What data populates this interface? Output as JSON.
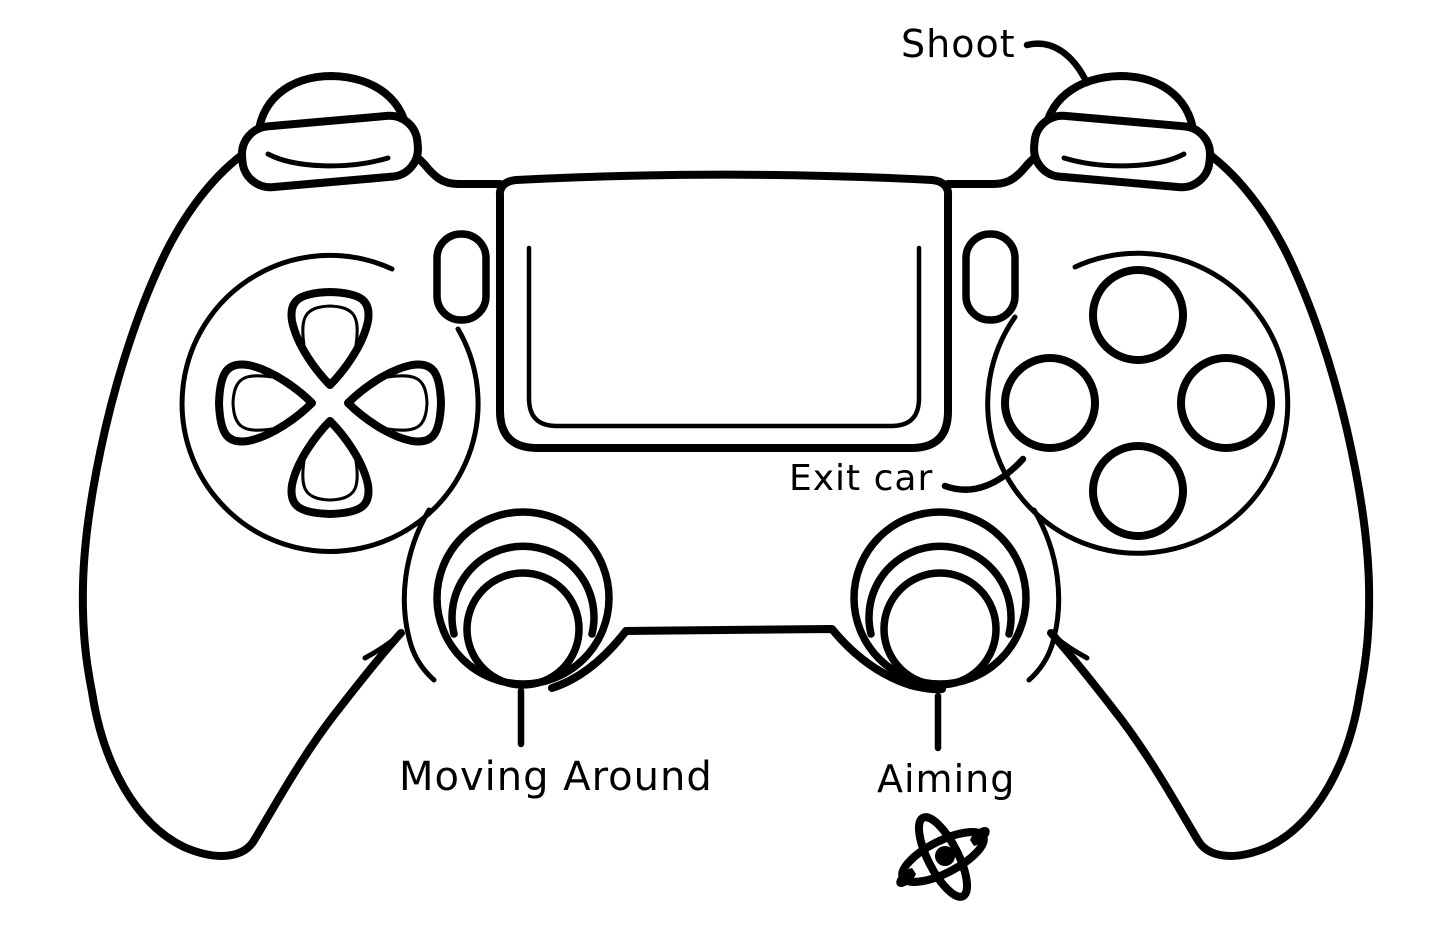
{
  "page": {
    "background_color": "#ffffff",
    "ink_color": "#000000"
  },
  "diagram": {
    "subject": "gamepad-controls-diagram",
    "labels": {
      "shoot": "Shoot",
      "exit_car": "Exit car",
      "moving_around": "Moving Around",
      "aiming": "Aiming"
    },
    "mappings": [
      {
        "action": "Shoot",
        "control": "right-shoulder-trigger"
      },
      {
        "action": "Exit car",
        "control": "left-face-button"
      },
      {
        "action": "Moving Around",
        "control": "left-analog-stick"
      },
      {
        "action": "Aiming",
        "control": "right-analog-stick"
      }
    ],
    "logo": "atom-icon"
  }
}
